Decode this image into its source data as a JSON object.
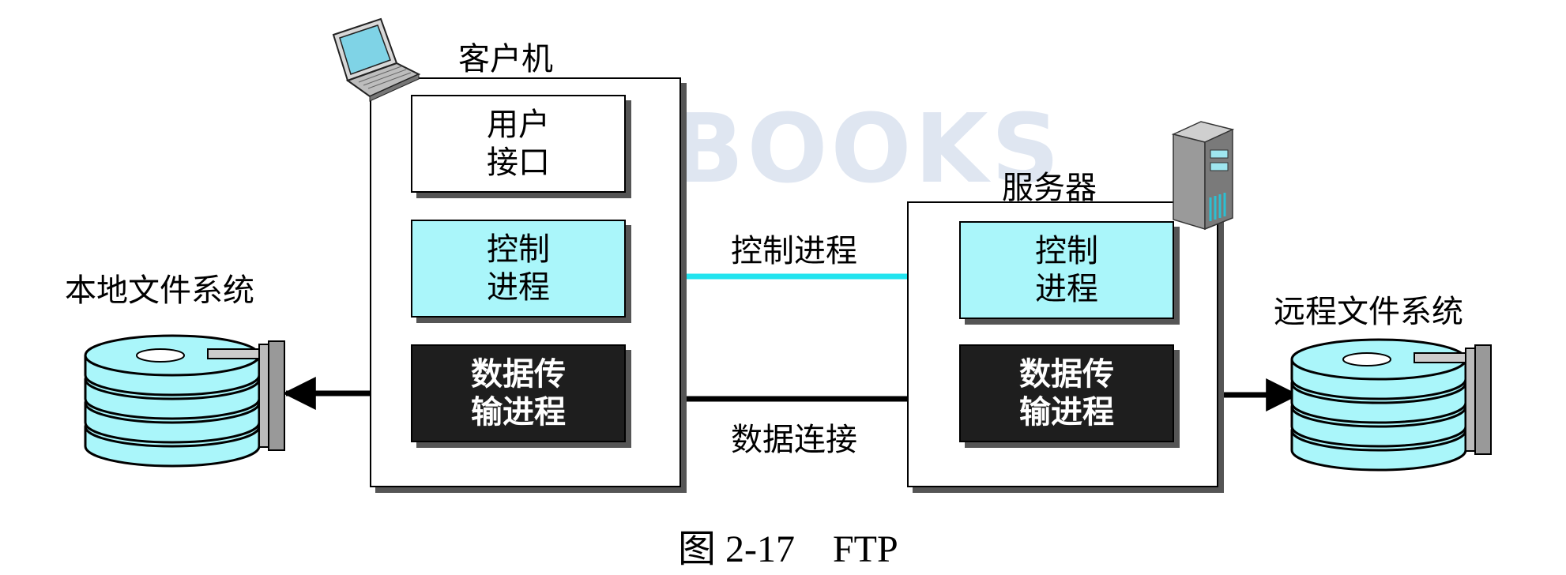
{
  "client": {
    "title": "客户机",
    "user_interface": [
      "用户",
      "接口"
    ],
    "control_process": [
      "控制",
      "进程"
    ],
    "data_transfer_process": [
      "数据传",
      "输进程"
    ]
  },
  "server": {
    "title": "服务器",
    "control_process": [
      "控制",
      "进程"
    ],
    "data_transfer_process": [
      "数据传",
      "输进程"
    ]
  },
  "connections": {
    "control": "控制进程",
    "data": "数据连接"
  },
  "local_fs_label": "本地文件系统",
  "remote_fs_label": "远程文件系统",
  "caption": "图 2-17    FTP",
  "watermark": "BOOKS",
  "colors": {
    "control_box": "#aaf6fa",
    "control_arrow": "#22e4ef",
    "data_box": "#1e1e1e",
    "disk": "#aaf6fa"
  },
  "icons": [
    "laptop-icon",
    "server-tower-icon",
    "disk-stack-icon"
  ]
}
